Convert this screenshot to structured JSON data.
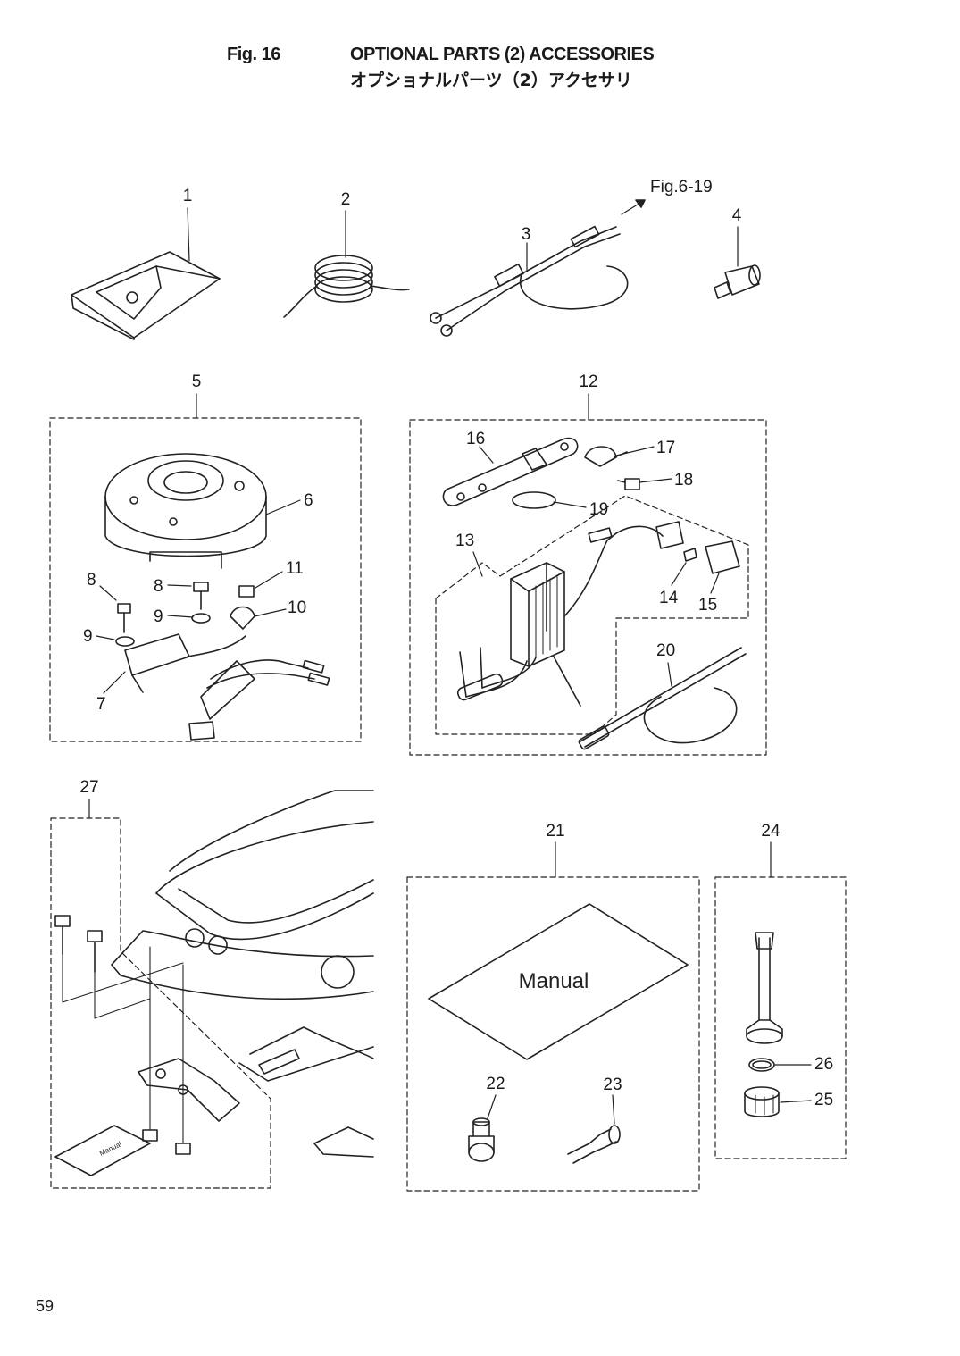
{
  "header": {
    "fig_label": "Fig. 16",
    "title_en": "OPTIONAL PARTS (2) ACCESSORIES",
    "title_jp": "オプショナルパーツ（2）アクセサリ"
  },
  "callouts": {
    "p1": "1",
    "p2": "2",
    "p3": "3",
    "p4": "4",
    "p5": "5",
    "p6": "6",
    "p7": "7",
    "p8a": "8",
    "p8b": "8",
    "p9a": "9",
    "p9b": "9",
    "p10": "10",
    "p11": "11",
    "p12": "12",
    "p13": "13",
    "p14": "14",
    "p15": "15",
    "p16": "16",
    "p17": "17",
    "p18": "18",
    "p19": "19",
    "p20": "20",
    "p21": "21",
    "p22": "22",
    "p23": "23",
    "p24": "24",
    "p25": "25",
    "p26": "26",
    "p27": "27"
  },
  "references": {
    "fig_ref": "Fig.6-19"
  },
  "labels": {
    "manual_large": "Manual",
    "manual_small": "Manual"
  },
  "footer": {
    "page_number": "59"
  }
}
